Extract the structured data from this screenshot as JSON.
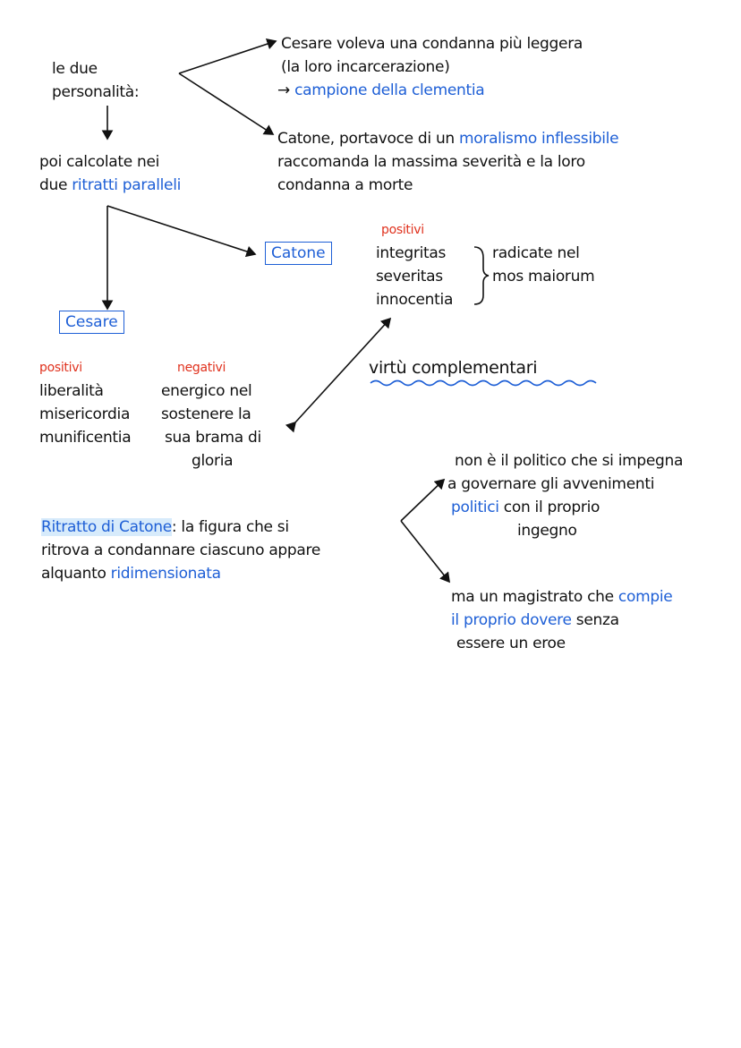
{
  "colors": {
    "ink": "#111111",
    "accent_blue": "#1e5fd6",
    "accent_red": "#e0321e",
    "highlight": "#d7ebfb"
  },
  "root": {
    "line1": "le due",
    "line2": "personalità:"
  },
  "cesare_view": {
    "line1": "Cesare voleva una condanna più leggera",
    "line2": "(la loro incarcerazione)",
    "arrow_glyph": "→",
    "result": "campione della clementia"
  },
  "catone_view": {
    "line1_prefix": "Catone, portavoce di un ",
    "line1_highlight": "moralismo inflessibile",
    "line2": "raccomanda la massima severità e la loro",
    "line3": "condanna a morte"
  },
  "portraits": {
    "prefix": "poi calcolate nei",
    "line2_prefix": "due ",
    "highlight": "ritratti paralleli"
  },
  "catone_box": "Catone",
  "cesare_box": "Cesare",
  "catone_virtues": {
    "header": "positivi",
    "items": [
      "integritas",
      "severitas",
      "innocentia"
    ],
    "brace_note_line1": "radicate nel",
    "brace_note_line2": "mos maiorum"
  },
  "cesare_traits": {
    "pos_header": "positivi",
    "pos_items": [
      "liberalità",
      "misericordia",
      "munificentia"
    ],
    "neg_header": "negativi",
    "neg_items": [
      "energico nel",
      "sostenere la",
      "sua brama di",
      "gloria"
    ]
  },
  "complementary": "virtù complementari",
  "portrait_catone": {
    "highlight": "Ritratto di Catone",
    "rest1": ": la figura che si",
    "line2": "ritrova a condannare ciascuno appare",
    "line3_prefix": "alquanto ",
    "line3_highlight": "ridimensionata"
  },
  "branch_a": {
    "line1": "non è il politico che si impegna",
    "line2": "a governare gli avvenimenti",
    "line3_highlight": "politici",
    "line3_rest": " con il proprio",
    "line4": "ingegno"
  },
  "branch_b": {
    "line1_prefix": "ma un magistrato che ",
    "line1_highlight": "compie",
    "line2_highlight": "il proprio dovere",
    "line2_rest": " senza",
    "line3": "essere un eroe"
  }
}
